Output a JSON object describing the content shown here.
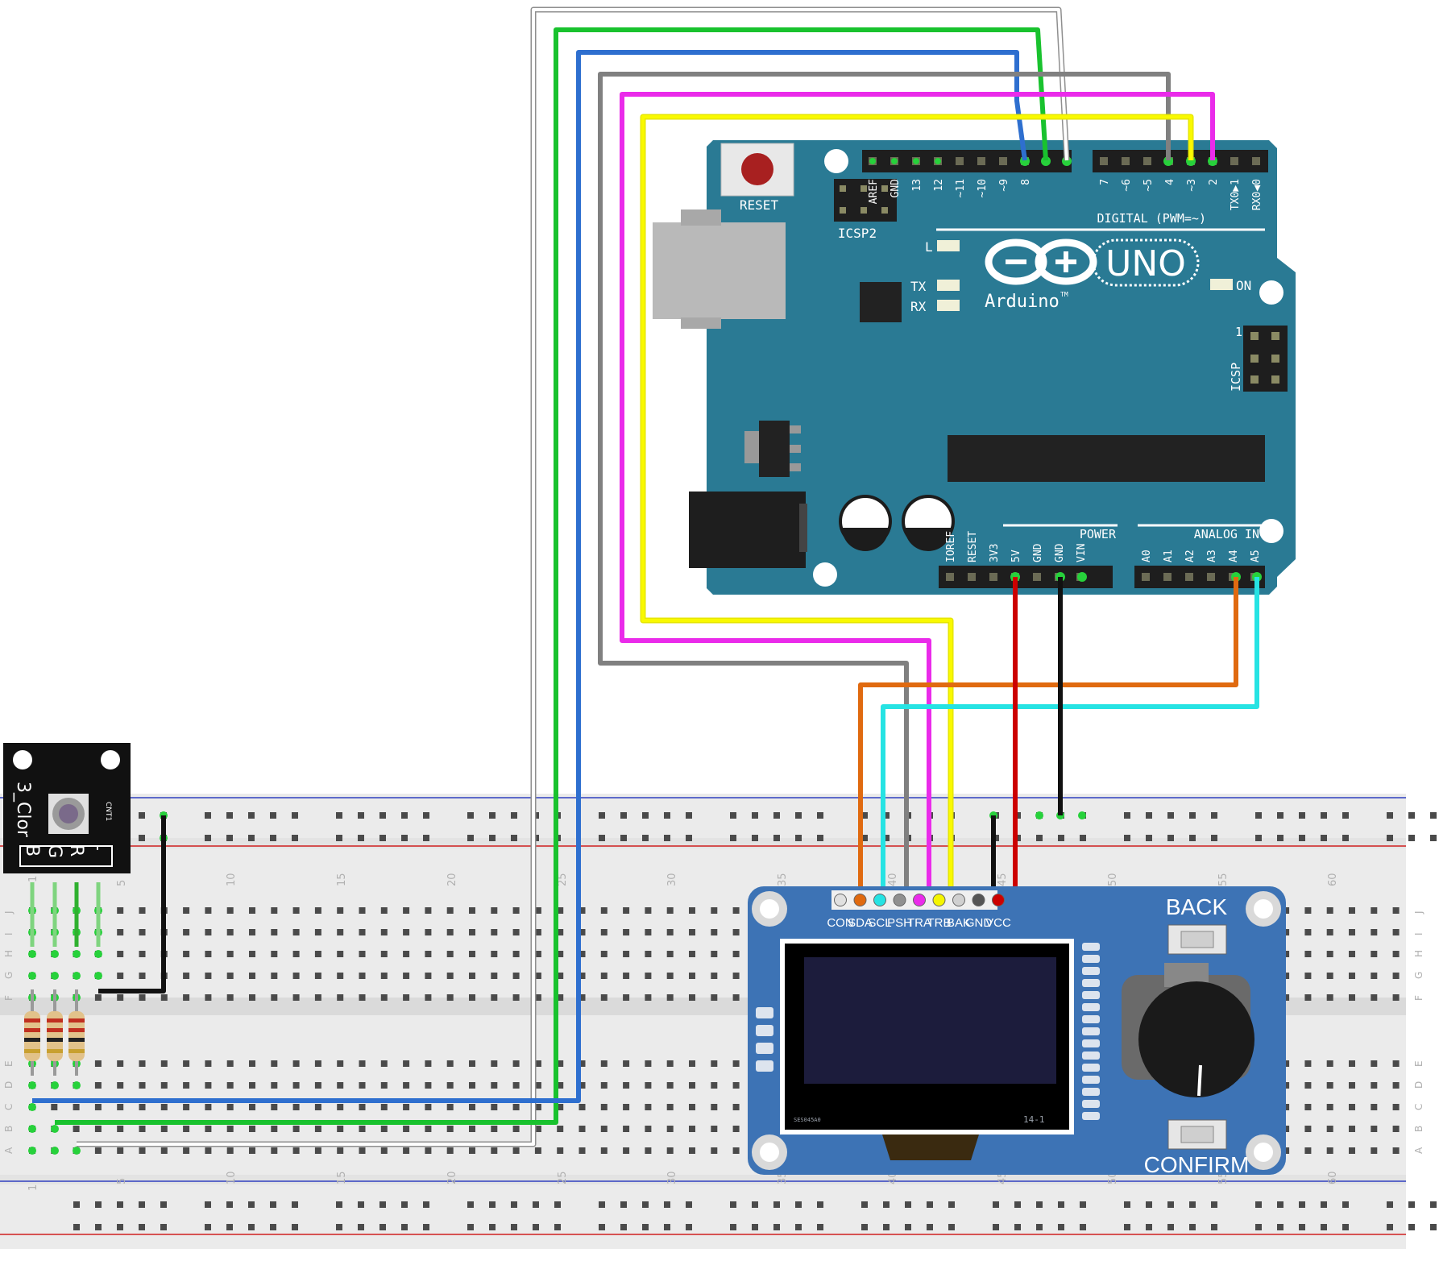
{
  "arduino": {
    "reset_label": "RESET",
    "icsp2_label": "ICSP2",
    "icsp_label": "ICSP",
    "icsp_pin1": "1",
    "brand": "Arduino",
    "trademark": "TM",
    "model": "UNO",
    "led_l": "L",
    "led_tx": "TX",
    "led_rx": "RX",
    "led_on": "ON",
    "digital_header": "DIGITAL (PWM=~)",
    "power_header": "POWER",
    "analog_header": "ANALOG IN",
    "digital_pins_left": [
      "AREF",
      "GND",
      "13",
      "12",
      "~11",
      "~10",
      "~9",
      "8"
    ],
    "digital_pins_right": [
      "7",
      "~6",
      "~5",
      "4",
      "~3",
      "2",
      "TX0▶1",
      "RX0◀0"
    ],
    "power_pins": [
      "IOREF",
      "RESET",
      "3V3",
      "5V",
      "GND",
      "GND",
      "VIN"
    ],
    "analog_pins": [
      "A0",
      "A1",
      "A2",
      "A3",
      "A4",
      "A5"
    ]
  },
  "rgb_module": {
    "name": "3_Clor",
    "pins": [
      "B",
      "G",
      "R",
      "-"
    ],
    "connector": "CNT1"
  },
  "oled_module": {
    "pins": [
      "CON",
      "SDA",
      "SCL",
      "PSH",
      "TRA",
      "TRB",
      "BAK",
      "GND",
      "VCC"
    ],
    "back_label": "BACK",
    "confirm_label": "CONFIRM",
    "panel_code": "SES045A0",
    "panel_rev": "14-1"
  },
  "breadboard": {
    "row_letters_top": [
      "J",
      "I",
      "H",
      "G",
      "F"
    ],
    "row_letters_bottom": [
      "E",
      "D",
      "C",
      "B",
      "A"
    ],
    "column_numbers": [
      "1",
      "5",
      "10",
      "15",
      "20",
      "25",
      "30",
      "35",
      "40",
      "45",
      "50",
      "55",
      "60"
    ]
  },
  "wire_colors": {
    "white": "#bdbdbd",
    "green": "#19c22e",
    "blue": "#2e6fcf",
    "gray": "#808080",
    "magenta": "#ea2bea",
    "yellow": "#f5f500",
    "orange": "#e06a10",
    "cyan": "#26e3e3",
    "red": "#cc0000",
    "black": "#111111"
  },
  "board_color": "#2a7a94",
  "oled_pcb_color": "#3d73b5"
}
